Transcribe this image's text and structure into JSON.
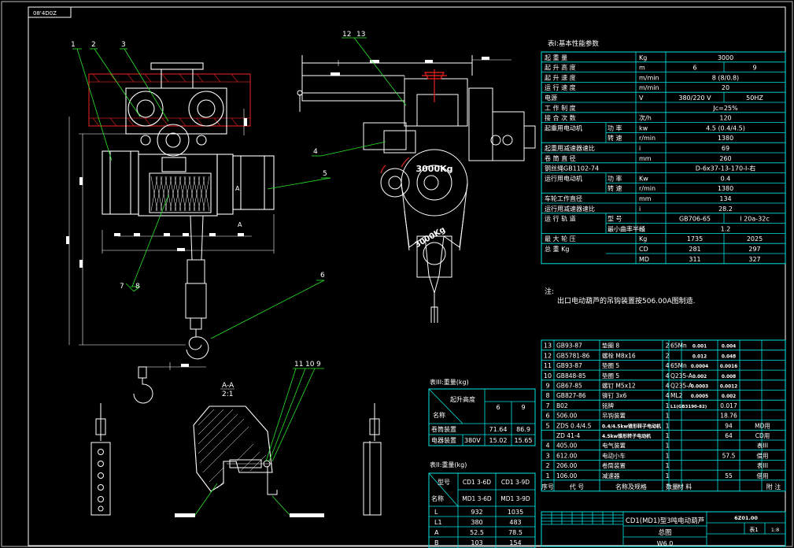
{
  "tag_box": "08'4D0Z",
  "table1": {
    "title": "表I:基本性能参数",
    "rows": [
      {
        "name": "起 重 量",
        "unit": "Kg",
        "v1": "3000",
        "v2": ""
      },
      {
        "name": "起 升 高 度",
        "unit": "m",
        "v1": "6",
        "v2": "9"
      },
      {
        "name": "起 升 速 度",
        "unit": "m/min",
        "v1": "8 (8/0.8)",
        "v2": ""
      },
      {
        "name": "运 行 速 度",
        "unit": "m/min",
        "v1": "20",
        "v2": ""
      },
      {
        "name": "电源",
        "unit": "V",
        "v1": "380/220 V",
        "v2": "50HZ"
      },
      {
        "name": "工 作 制 度",
        "unit": "",
        "v1": "Jc=25%",
        "v2": ""
      },
      {
        "name": "接 合 次 数",
        "unit": "次/h",
        "v1": "120",
        "v2": ""
      },
      {
        "name": "起重用电动机",
        "sub": "功 率",
        "unit": "kw",
        "v1": "4.5 (0.4/4.5)",
        "v2": ""
      },
      {
        "name": "",
        "sub": "转 速",
        "unit": "r/min",
        "v1": "1380",
        "v2": ""
      },
      {
        "name": "起重用减速器速比",
        "unit": "i",
        "v1": "69",
        "v2": ""
      },
      {
        "name": "卷 筒 直 径",
        "unit": "mm",
        "v1": "260",
        "v2": ""
      },
      {
        "name": "钢丝绳GB1102-74",
        "unit": "",
        "v1": "D-6x37-13-170-I-右",
        "v2": ""
      },
      {
        "name": "运行用电动机",
        "sub": "功 率",
        "unit": "Kw",
        "v1": "0.4",
        "v2": ""
      },
      {
        "name": "",
        "sub": "转 速",
        "unit": "r/min",
        "v1": "1380",
        "v2": ""
      },
      {
        "name": "车轮工作直径",
        "unit": "mm",
        "v1": "134",
        "v2": ""
      },
      {
        "name": "运行用减速器速比",
        "unit": "i",
        "v1": "28.2",
        "v2": ""
      },
      {
        "name": "运 行 轨 道",
        "sub": "型 号",
        "unit": "",
        "v1": "GB706-65",
        "v2": "I 20a-32c"
      },
      {
        "name": "",
        "sub": "最小曲率半径",
        "unit": "m",
        "v1": "1.2",
        "v2": ""
      },
      {
        "name": "最 大 轮 压",
        "unit": "Kg",
        "v1": "1735",
        "v2": "2025"
      },
      {
        "name": "总 重 Kg",
        "unit": "CD",
        "v1": "281",
        "v2": "297"
      },
      {
        "name": "",
        "unit": "MD",
        "v1": "311",
        "v2": "327"
      }
    ]
  },
  "note_label": "注:",
  "note_text": "出口电动葫芦的吊钩装置按506.00A图制造.",
  "table3": {
    "title": "表III:重量(kg)",
    "header_top": "起升高度",
    "header_left": "名称",
    "cols": [
      "6",
      "9"
    ],
    "rows": [
      {
        "name": "卷筒装置",
        "extra": "",
        "v1": "71.64",
        "v2": "86.9"
      },
      {
        "name": "电器装置",
        "extra": "380V",
        "v1": "15.02",
        "v2": "15.65"
      }
    ]
  },
  "table2": {
    "title": "表II:重量(kg)",
    "h_type": "型号",
    "h_name": "名称",
    "cols": [
      "CD1 3-6D",
      "CD1 3-9D"
    ],
    "cols2": [
      "MD1 3-6D",
      "MD1 3-9D"
    ],
    "rows": [
      {
        "name": "L",
        "v1": "932",
        "v2": "1035"
      },
      {
        "name": "L1",
        "v1": "380",
        "v2": "483"
      },
      {
        "name": "A",
        "v1": "52.5",
        "v2": "78.5"
      },
      {
        "name": "B",
        "v1": "103",
        "v2": "154"
      }
    ]
  },
  "bom": {
    "rows": [
      {
        "no": "13",
        "code": "GB93-87",
        "name": "垫圈 8",
        "qty": "2",
        "mat": "65Mn",
        "w1": "0.001",
        "w2": "0.004",
        "note": ""
      },
      {
        "no": "12",
        "code": "GB5781-86",
        "name": "螺栓 M8x16",
        "qty": "2",
        "mat": "",
        "w1": "0.012",
        "w2": "0.048",
        "note": ""
      },
      {
        "no": "11",
        "code": "GB93-87",
        "name": "垫圈 5",
        "qty": "4",
        "mat": "65Mn",
        "w1": "0.0004",
        "w2": "0.0016",
        "note": ""
      },
      {
        "no": "10",
        "code": "GB848-85",
        "name": "垫圈 5",
        "qty": "4",
        "mat": "Q235-A",
        "w1": "0.002",
        "w2": "0.008",
        "note": ""
      },
      {
        "no": "9",
        "code": "GB67-85",
        "name": "螺钉 M5x12",
        "qty": "4",
        "mat": "Q235-A",
        "w1": "0.0003",
        "w2": "0.0012",
        "note": ""
      },
      {
        "no": "8",
        "code": "GB827-86",
        "name": "铆钉 3x6",
        "qty": "4",
        "mat": "ML2",
        "w1": "0.0005",
        "w2": "0.002",
        "note": ""
      },
      {
        "no": "7",
        "code": "B02",
        "name": "铭牌",
        "qty": "1",
        "mat": "L1(GB3190-82)",
        "w1": "",
        "w2": "0.017",
        "note": ""
      },
      {
        "no": "6",
        "code": "506.00",
        "name": "吊钩装置",
        "qty": "1",
        "mat": "",
        "w1": "",
        "w2": "18.76",
        "note": ""
      },
      {
        "no": "5",
        "code": "ZDS 0.4/4.5",
        "name": "0.4/4.5kw锥形转子电动机",
        "qty": "1",
        "mat": "",
        "w1": "",
        "w2": "94",
        "note": "MD用"
      },
      {
        "no": "",
        "code": "ZD 41-4",
        "name": "4.5kw锥形转子电动机",
        "qty": "1",
        "mat": "",
        "w1": "",
        "w2": "64",
        "note": "CD用"
      },
      {
        "no": "4",
        "code": "405.00",
        "name": "电气装置",
        "qty": "1",
        "mat": "",
        "w1": "",
        "w2": "",
        "note": "表III"
      },
      {
        "no": "3",
        "code": "612.00",
        "name": "电动小车",
        "qty": "1",
        "mat": "",
        "w1": "",
        "w2": "57.5",
        "note": "借用"
      },
      {
        "no": "2",
        "code": "206.00",
        "name": "卷筒装置",
        "qty": "1",
        "mat": "",
        "w1": "",
        "w2": "",
        "note": "表III"
      },
      {
        "no": "1",
        "code": "106.00",
        "name": "减速器",
        "qty": "1",
        "mat": "",
        "w1": "",
        "w2": "55",
        "note": "借用"
      }
    ],
    "header": {
      "no": "序号",
      "code": "代 号",
      "name": "名称及规格",
      "qty": "数量",
      "mat": "材 料",
      "note": "附 注"
    }
  },
  "title_block": {
    "title": "CD1(MD1)型3吨电动葫芦",
    "sub": "总图",
    "code": "6Z01.00",
    "sheet": "表1",
    "scale": "1:8",
    "model": "W6.0"
  },
  "section_label": "A-A",
  "section_scale": "2:1",
  "view_label_a": "A",
  "view_label_a2": "A",
  "callouts": [
    "1",
    "2",
    "3",
    "4",
    "5",
    "6",
    "7",
    "8",
    "9",
    "10",
    "11",
    "12",
    "13"
  ],
  "drum_label": "3000Kg",
  "sheave_label": "3000Kg",
  "colors": {
    "frame": "#00e5e5",
    "outline": "#ffffff",
    "leader": "#29e629",
    "red": "#c81e1e"
  }
}
